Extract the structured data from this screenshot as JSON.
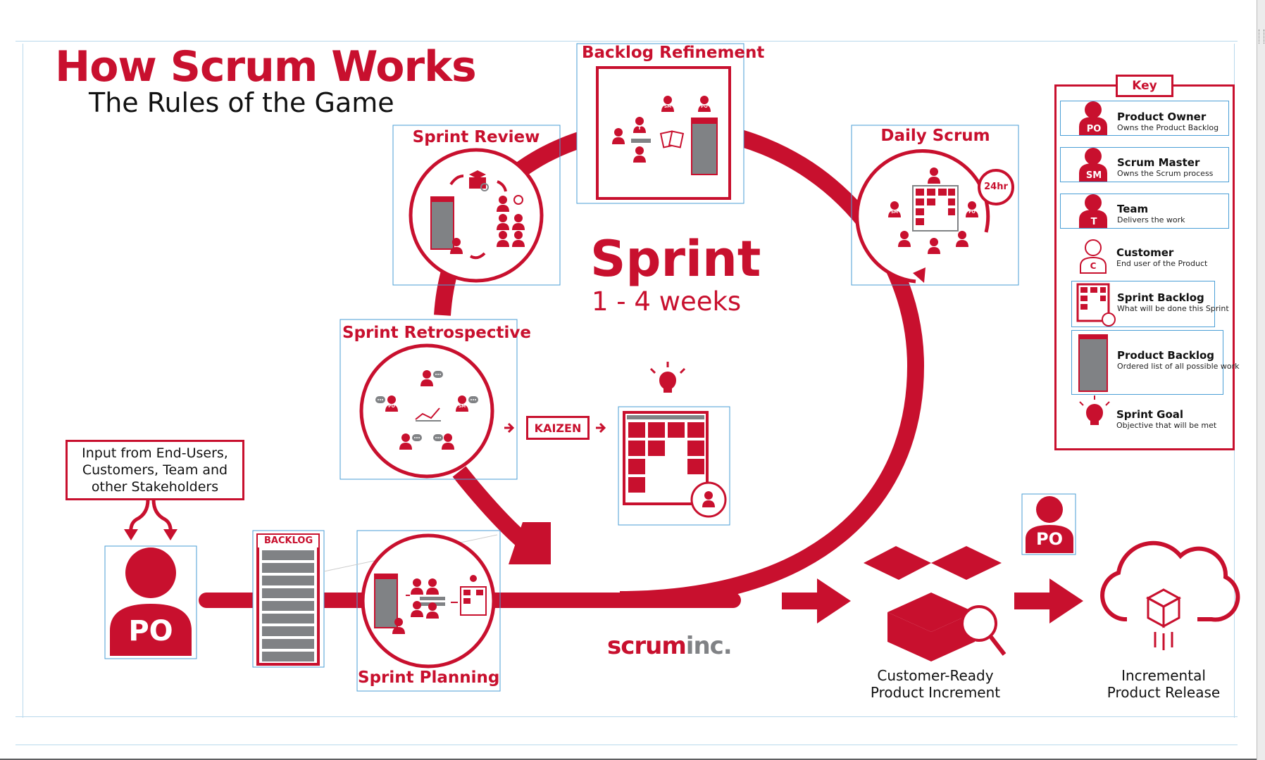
{
  "title": "How Scrum Works",
  "subtitle": "The Rules of the Game",
  "events": {
    "backlog_refinement": "Backlog Refinement",
    "sprint_review": "Sprint Review",
    "daily_scrum": "Daily Scrum",
    "sprint_retrospective": "Sprint Retrospective",
    "sprint_planning": "Sprint Planning"
  },
  "sprint": {
    "title": "Sprint",
    "duration": "1 - 4 weeks"
  },
  "daily_timer": "24hr",
  "kaizen": "KAIZEN",
  "input_box": {
    "lines": [
      "Input from End-Users,",
      "Customers, Team and",
      "other Stakeholders"
    ]
  },
  "product_owner_label": "PO",
  "backlog_label": "BACKLOG",
  "icon_labels": {
    "sm": "SM",
    "t": "T",
    "c": "C",
    "po": "PO"
  },
  "increment": {
    "lines": [
      "Customer-Ready",
      "Product Increment"
    ]
  },
  "release": {
    "lines": [
      "Incremental",
      "Product Release"
    ]
  },
  "brand": {
    "part1": "scrum",
    "part2": "inc."
  },
  "colors": {
    "primary": "#c8102e",
    "gray": "#808285",
    "frame_blue": "#4a9ed6"
  },
  "key": {
    "title": "Key",
    "items": [
      {
        "name": "Product Owner",
        "desc": "Owns the Product Backlog",
        "icon": "product-owner-icon",
        "badge": "PO"
      },
      {
        "name": "Scrum Master",
        "desc": "Owns the Scrum process",
        "icon": "scrum-master-icon",
        "badge": "SM"
      },
      {
        "name": "Team",
        "desc": "Delivers the work",
        "icon": "team-icon",
        "badge": "T"
      },
      {
        "name": "Customer",
        "desc": "End user of the Product",
        "icon": "customer-icon",
        "badge": "C"
      },
      {
        "name": "Sprint Backlog",
        "desc": "What will be done this Sprint",
        "icon": "sprint-backlog-icon",
        "badge": ""
      },
      {
        "name": "Product Backlog",
        "desc": "Ordered list of all possible work",
        "icon": "product-backlog-icon",
        "badge": ""
      },
      {
        "name": "Sprint Goal",
        "desc": "Objective that will be met",
        "icon": "sprint-goal-icon",
        "badge": ""
      }
    ]
  }
}
